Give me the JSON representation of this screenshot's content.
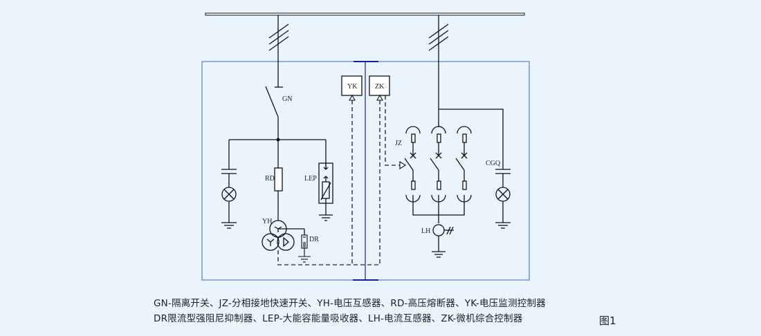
{
  "diagram": {
    "title": "图1",
    "colors": {
      "background": "#eaf4fd",
      "line": "#111111",
      "enclosure": "#3a5fcd",
      "divider": "#1a1aa0",
      "dashed": "#444444"
    },
    "labels": {
      "gn": "GN",
      "rd": "RD",
      "lep": "LEP",
      "yh": "YH",
      "dr": "DR",
      "yk": "YK",
      "zk": "ZK",
      "jz": "JZ",
      "cgq": "CGQ",
      "lh": "LH"
    }
  },
  "legend": {
    "line1": "GN-隔离开关、JZ-分相接地快速开关、YH-电压互感器、RD-高压熔断器、YK-电压监测控制器",
    "line2": "DR限流型强阻尼抑制器、LEP-大能容能量吸收器、LH-电流互感器、ZK-微机综合控制器"
  }
}
